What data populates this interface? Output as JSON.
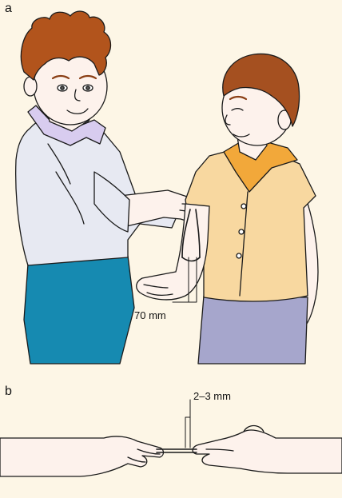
{
  "figure": {
    "panel_a": {
      "label": "a",
      "measurement": "70 mm"
    },
    "panel_b": {
      "label": "b",
      "measurement": "2–3 mm"
    }
  },
  "colors": {
    "background": "#fdf6e6",
    "hair_left": "#b2541c",
    "hair_right": "#a55020",
    "shirt_left": "#e7e9f2",
    "collar_left": "#d8ccef",
    "pants_left": "#168ab1",
    "shirt_right": "#f8d8a0",
    "collar_right": "#f2a83a",
    "pants_right": "#a6a6cc",
    "skin": "#fdf2ec",
    "outline": "#1a1a1a"
  }
}
